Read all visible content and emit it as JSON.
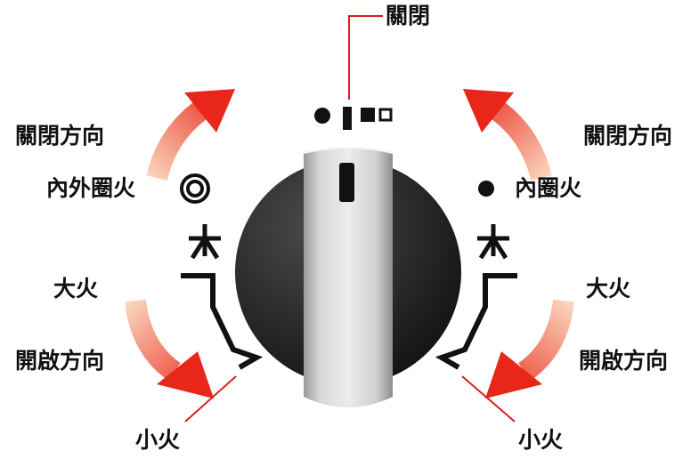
{
  "labels": {
    "off": "關閉",
    "close_direction_left": "關閉方向",
    "close_direction_right": "關閉方向",
    "inner_outer_fire": "內外圈火",
    "inner_fire": "內圈火",
    "high_fire_left": "大火",
    "high_fire_right": "大火",
    "open_direction_left": "開啟方向",
    "open_direction_right": "開啟方向",
    "low_fire_left": "小火",
    "low_fire_right": "小火"
  },
  "colors": {
    "arrow_strong": "#e8261a",
    "arrow_faint": "#f8c7a5",
    "knob_body": "#2a2a2a",
    "knob_handle": "#d4d4d4",
    "leader_line": "#d42020"
  }
}
